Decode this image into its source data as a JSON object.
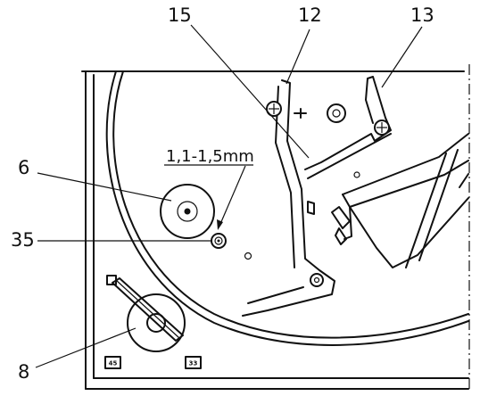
{
  "callouts": {
    "c15": "15",
    "c12": "12",
    "c13": "13",
    "c6": "6",
    "c35": "35",
    "c8": "8"
  },
  "dimension": "1,1-1,5mm",
  "speed_badges": {
    "s45": "45",
    "s33": "33"
  }
}
